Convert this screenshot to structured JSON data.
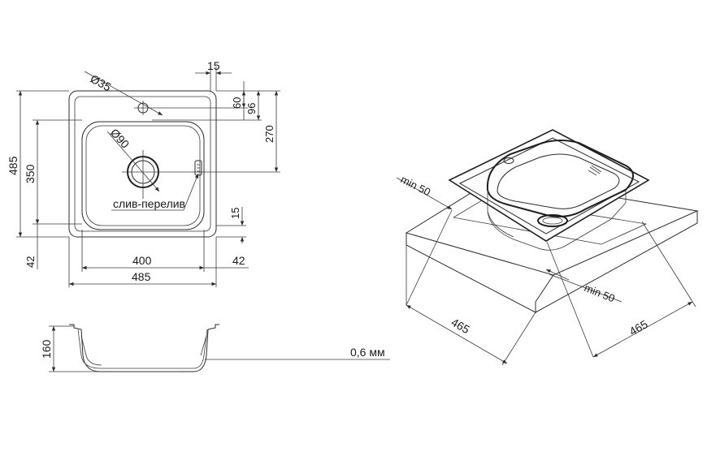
{
  "top_view": {
    "dims": {
      "overall_width": "485",
      "bowl_width": "400",
      "side_left": "42",
      "side_right": "42",
      "overall_height": "485",
      "bowl_height": "350",
      "tap_hole_offset": "15",
      "tap_row_60": "60",
      "tap_row_96": "96",
      "drain_center_270": "270",
      "overflow_15": "15",
      "tap_hole_diameter": "Ø35",
      "drain_diameter": "Ø90"
    },
    "labels": {
      "overflow": "слив-перелив"
    }
  },
  "side_view": {
    "depth": "160",
    "thickness": "0,6 мм"
  },
  "perspective_view": {
    "width_front": "465",
    "width_side": "465",
    "min_gap_left": "min 50",
    "min_gap_right": "min 50"
  }
}
